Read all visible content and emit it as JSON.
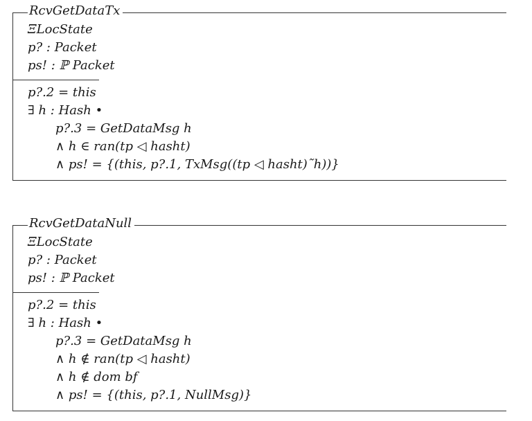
{
  "schema1": {
    "name": "RcvGetDataTx",
    "decl": {
      "state": "ΞLocState",
      "input": "p? : Packet",
      "output": "ps! : ℙ Packet"
    },
    "pred": {
      "l1": "p?.2 = this",
      "l2": "∃ h : Hash •",
      "l3": "p?.3 = GetDataMsg h",
      "l4": "∧ h ∈ ran(tp ◁ hasht)",
      "l5": "∧ ps! = {(this, p?.1, TxMsg((tp ◁ hasht)˜h))}"
    }
  },
  "schema2": {
    "name": "RcvGetDataNull",
    "decl": {
      "state": "ΞLocState",
      "input": "p? : Packet",
      "output": "ps! : ℙ Packet"
    },
    "pred": {
      "l1": "p?.2 = this",
      "l2": "∃ h : Hash •",
      "l3": "p?.3 = GetDataMsg h",
      "l4": "∧ h ∉ ran(tp ◁ hasht)",
      "l5": "∧ h ∉ dom bf",
      "l6": "∧ ps! = {(this, p?.1, NullMsg)}"
    }
  }
}
